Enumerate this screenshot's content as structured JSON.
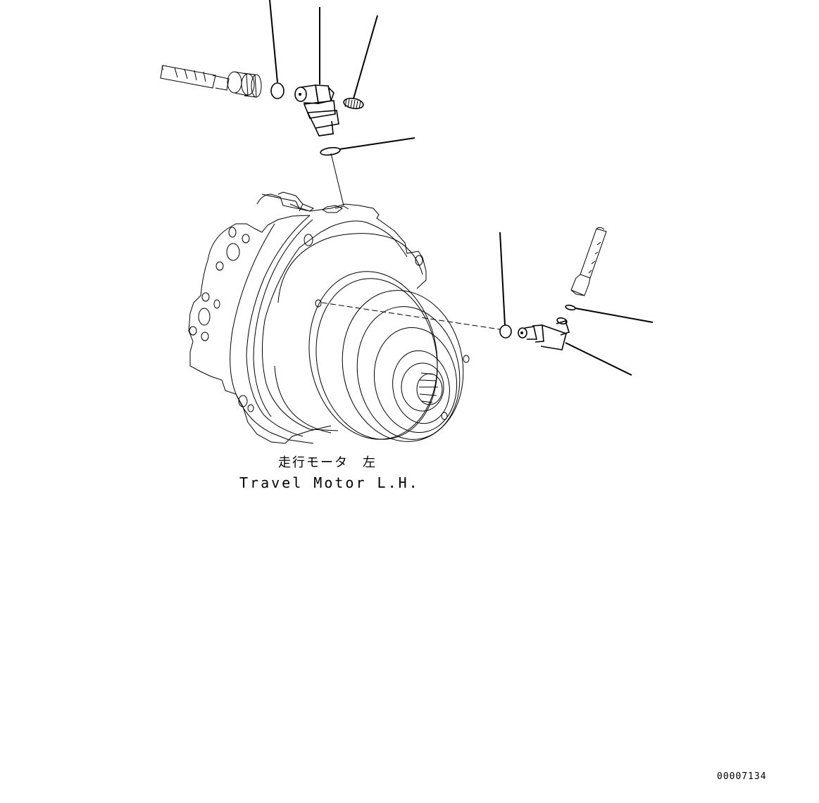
{
  "diagram": {
    "type": "exploded-parts-view",
    "title_jp": "走行モータ　左",
    "title_en": "Travel Motor L.H.",
    "drawing_number": "00007134",
    "colors": {
      "background": "#ffffff",
      "line": "#000000"
    },
    "parts": [
      {
        "id": "hose-upper",
        "label": "hose assembly (upper)"
      },
      {
        "id": "o-ring-upper",
        "label": "O-ring (upper)"
      },
      {
        "id": "elbow-fitting-upper",
        "label": "elbow fitting (upper)"
      },
      {
        "id": "plug-upper",
        "label": "plug / nipple (upper)"
      },
      {
        "id": "o-ring-mount",
        "label": "O-ring (mount)"
      },
      {
        "id": "travel-motor",
        "label": "travel motor L.H."
      },
      {
        "id": "o-ring-side",
        "label": "O-ring (side)"
      },
      {
        "id": "elbow-fitting-side",
        "label": "elbow fitting (side)"
      },
      {
        "id": "o-ring-small-side",
        "label": "O-ring (small side)"
      },
      {
        "id": "hose-side",
        "label": "hose assembly (side)"
      }
    ],
    "leader_lines": 8
  }
}
